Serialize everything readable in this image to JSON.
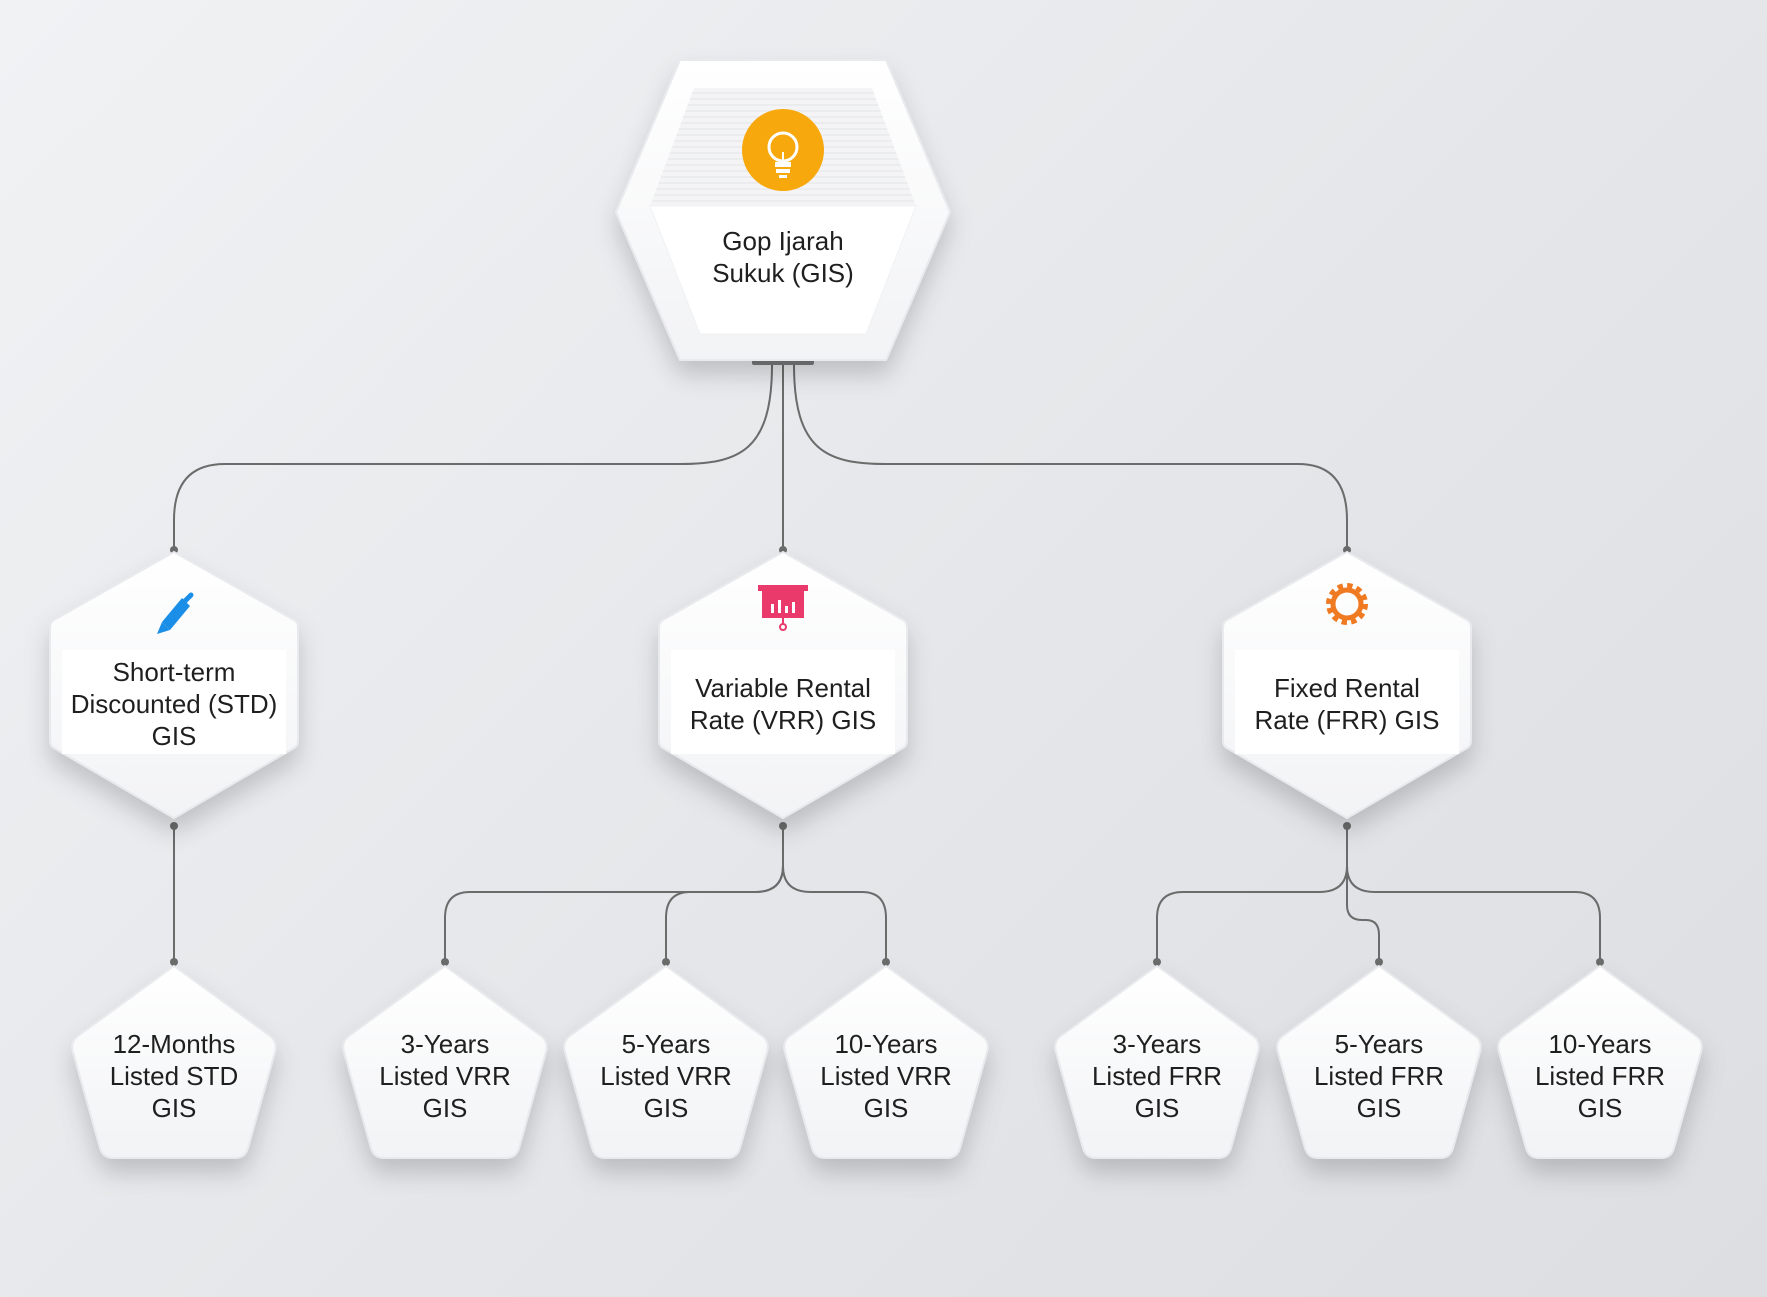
{
  "root": {
    "label": "Gop Ijarah\nSukuk (GIS)",
    "icon": "lightbulb-icon",
    "color": "#f7a80c"
  },
  "branches": [
    {
      "id": "std",
      "label": "Short-term\nDiscounted (STD)\nGIS",
      "icon": "pencil-icon",
      "color": "#1b8ee8",
      "children": [
        "12-Months\nListed STD\nGIS"
      ]
    },
    {
      "id": "vrr",
      "label": "Variable Rental\nRate (VRR) GIS",
      "icon": "presentation-chart-icon",
      "color": "#ea3a6c",
      "children": [
        "3-Years\nListed VRR\nGIS",
        "5-Years\nListed VRR\nGIS",
        "10-Years\nListed VRR\nGIS"
      ]
    },
    {
      "id": "frr",
      "label": "Fixed Rental\nRate (FRR) GIS",
      "icon": "gear-icon",
      "color": "#f07a21",
      "children": [
        "3-Years\nListed FRR\nGIS",
        "5-Years\nListed FRR\nGIS",
        "10-Years\nListed FRR\nGIS"
      ]
    }
  ],
  "colors": {
    "connector": "#6b6b6b",
    "node_fill": "#fbfbfc",
    "text": "#1f1f1f"
  }
}
